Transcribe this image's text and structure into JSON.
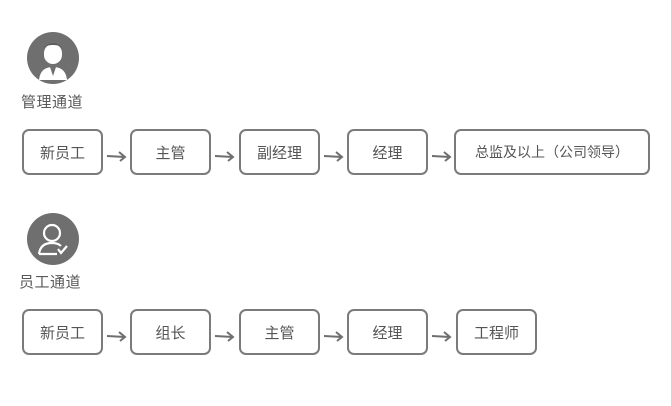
{
  "tracks": [
    {
      "title": "管理通道",
      "icon": "manager-avatar-icon",
      "steps": [
        "新员工",
        "主管",
        "副经理",
        "经理",
        "总监及以上（公司领导）"
      ]
    },
    {
      "title": "员工通道",
      "icon": "employee-avatar-icon",
      "steps": [
        "新员工",
        "组长",
        "主管",
        "经理",
        "工程师"
      ]
    }
  ],
  "colors": {
    "icon_bg": "#6f6f6f",
    "border": "#7b7b7b",
    "text": "#555555"
  }
}
